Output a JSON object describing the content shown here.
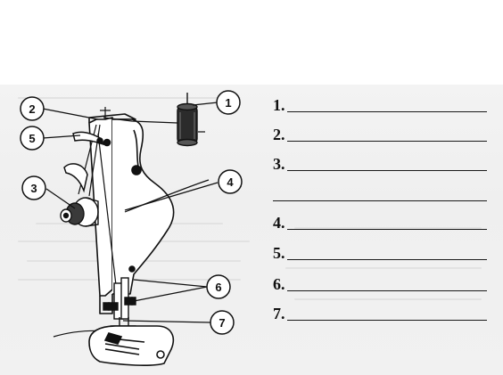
{
  "diagram": {
    "callouts": [
      {
        "label": "1"
      },
      {
        "label": "2"
      },
      {
        "label": "3"
      },
      {
        "label": "4"
      },
      {
        "label": "5"
      },
      {
        "label": "6"
      },
      {
        "label": "7"
      }
    ]
  },
  "answers": {
    "rows": [
      {
        "number": "1."
      },
      {
        "number": "2."
      },
      {
        "number": "3."
      },
      {
        "number": ""
      },
      {
        "number": "4."
      },
      {
        "number": "5."
      },
      {
        "number": "6."
      },
      {
        "number": "7."
      }
    ]
  }
}
